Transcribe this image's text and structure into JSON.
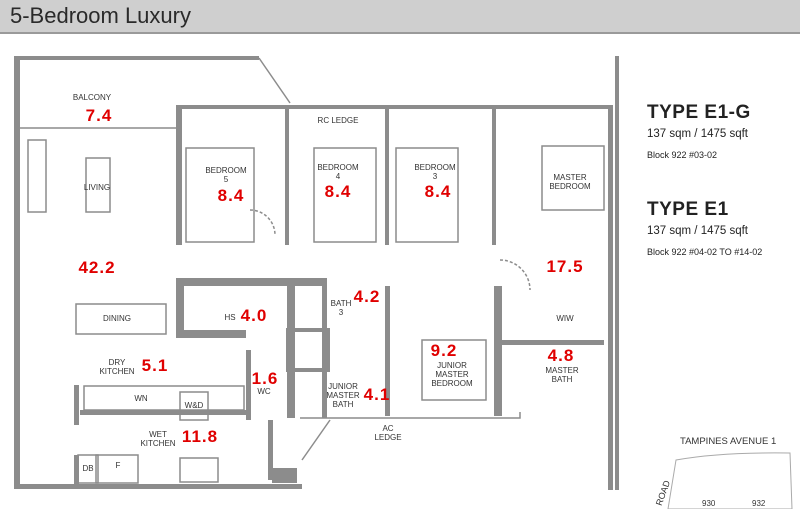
{
  "header": {
    "title": "5-Bedroom Luxury"
  },
  "units": [
    {
      "type": "TYPE E1-G",
      "size": "137 sqm / 1475 sqft",
      "block": "Block 922  #03-02"
    },
    {
      "type": "TYPE E1",
      "size": "137 sqm / 1475 sqft",
      "block": "Block 922  #04-02 TO #14-02"
    }
  ],
  "rooms": {
    "balcony": {
      "label": "BALCONY",
      "area": "7.4"
    },
    "rc_ledge": {
      "label": "RC LEDGE"
    },
    "living": {
      "label": "LIVING",
      "area": "42.2"
    },
    "bedroom5": {
      "label": "BEDROOM",
      "num": "5",
      "area": "8.4"
    },
    "bedroom4": {
      "label": "BEDROOM",
      "num": "4",
      "area": "8.4"
    },
    "bedroom3": {
      "label": "BEDROOM",
      "num": "3",
      "area": "8.4"
    },
    "master_bedroom": {
      "label1": "MASTER",
      "label2": "BEDROOM",
      "area": "17.5"
    },
    "dining": {
      "label": "DINING"
    },
    "hs": {
      "label": "HS",
      "area": "4.0"
    },
    "bath3": {
      "label": "BATH",
      "num": "3",
      "area": "4.2"
    },
    "wiw": {
      "label": "WIW"
    },
    "junior_master_bedroom": {
      "label1": "JUNIOR",
      "label2": "MASTER",
      "label3": "BEDROOM",
      "area": "9.2"
    },
    "master_bath": {
      "label1": "MASTER",
      "label2": "BATH",
      "area": "4.8"
    },
    "dry_kitchen": {
      "label1": "DRY",
      "label2": "KITCHEN",
      "area": "5.1"
    },
    "wc": {
      "label": "WC",
      "area": "1.6"
    },
    "junior_master_bath": {
      "label1": "JUNIOR",
      "label2": "MASTER",
      "label3": "BATH",
      "area": "4.1"
    },
    "wn": {
      "label": "WN"
    },
    "wd": {
      "label": "W&D"
    },
    "ac_ledge": {
      "label1": "AC",
      "label2": "LEDGE"
    },
    "wet_kitchen": {
      "label1": "WET",
      "label2": "KITCHEN",
      "area": "11.8"
    },
    "db": {
      "label": "DB"
    },
    "f": {
      "label": "F"
    }
  },
  "keyplan": {
    "street": "TAMPINES AVENUE 1",
    "road": "ROAD",
    "blocks": [
      "930",
      "932"
    ]
  },
  "colors": {
    "area_text": "#e00000",
    "wall": "#8c8c8c",
    "header_bg": "#cfcfcf"
  }
}
